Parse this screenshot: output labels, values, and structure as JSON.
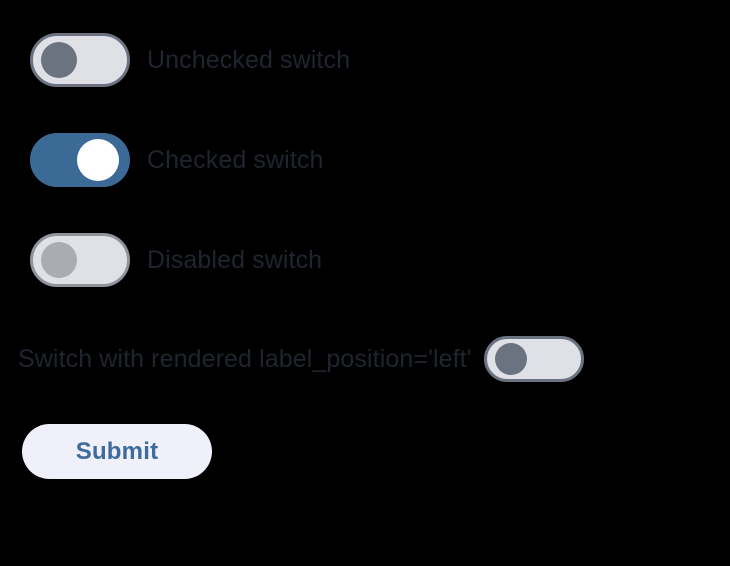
{
  "page": {
    "background_color": "#000000"
  },
  "colors": {
    "label_text": "#20242e",
    "track_off": "#dfe1e6",
    "track_border": "#6b7280",
    "thumb_off": "#6b7280",
    "thumb_disabled": "#a9acb3",
    "track_on": "#3c6a97",
    "thumb_on": "#ffffff",
    "button_background": "#f0f0fa",
    "button_text": "#3d6b9a"
  },
  "switches": [
    {
      "name": "unchecked-switch",
      "label": "Unchecked switch",
      "checked": false,
      "disabled": false,
      "label_position": "right"
    },
    {
      "name": "checked-switch",
      "label": "Checked switch",
      "checked": true,
      "disabled": false,
      "label_position": "right"
    },
    {
      "name": "disabled-switch",
      "label": "Disabled switch",
      "checked": false,
      "disabled": true,
      "label_position": "right"
    },
    {
      "name": "left-label-switch",
      "label": "Switch with rendered label_position='left'",
      "checked": false,
      "disabled": false,
      "label_position": "left"
    }
  ],
  "form": {
    "submit_label": "Submit"
  }
}
